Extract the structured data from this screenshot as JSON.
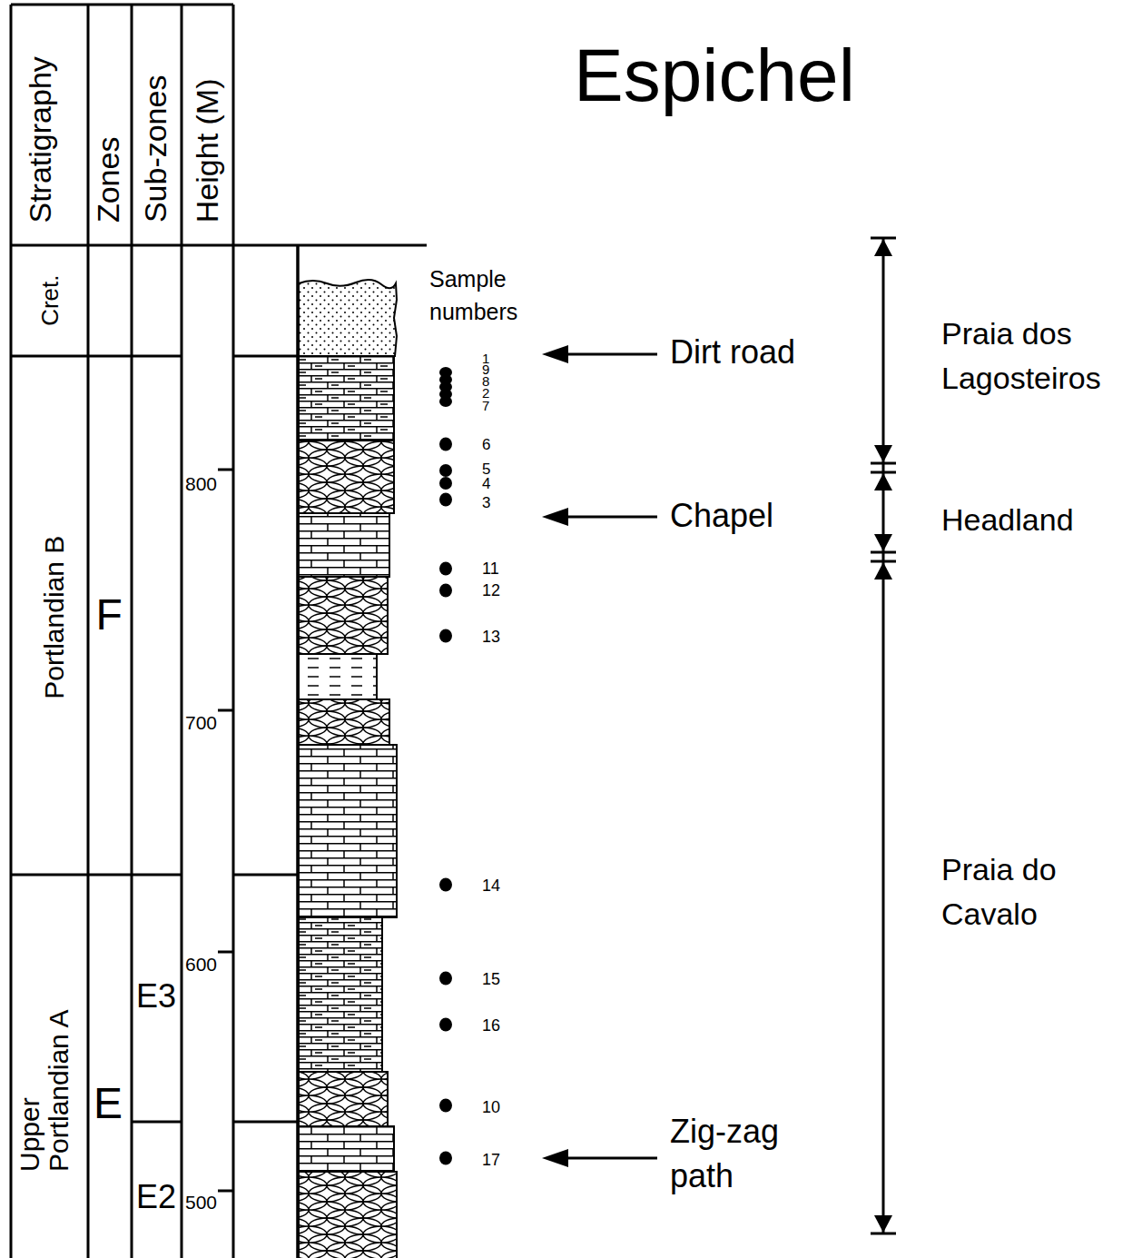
{
  "diagram": {
    "title": "Espichel",
    "nodes": [
      {
        "text": [
          "Stratigraphy"
        ]
      },
      {
        "text": [
          "Zones"
        ]
      },
      {
        "text": [
          "Sub-zones"
        ]
      },
      {
        "text": [
          "Height (M)"
        ]
      },
      {
        "text": [
          "Cret."
        ]
      },
      {
        "text": [
          "Portlandian B"
        ]
      },
      {
        "text": [
          "Upper Portlandian A"
        ]
      },
      {
        "text": [
          "F"
        ]
      },
      {
        "text": [
          "E"
        ]
      },
      {
        "text": [
          "E3"
        ]
      },
      {
        "text": [
          "E2"
        ]
      }
    ],
    "labels": [
      "Sample numbers",
      "1",
      "9",
      "8",
      "2",
      "7",
      "6",
      "5",
      "4",
      "3",
      "11",
      "12",
      "13",
      "14",
      "15",
      "16",
      "10",
      "17",
      "800",
      "700",
      "600",
      "500",
      "Dirt road",
      "Chapel",
      "Zig-zag path",
      "Praia dos Lagosteiros",
      "Headland",
      "Praia do Cavalo"
    ]
  }
}
